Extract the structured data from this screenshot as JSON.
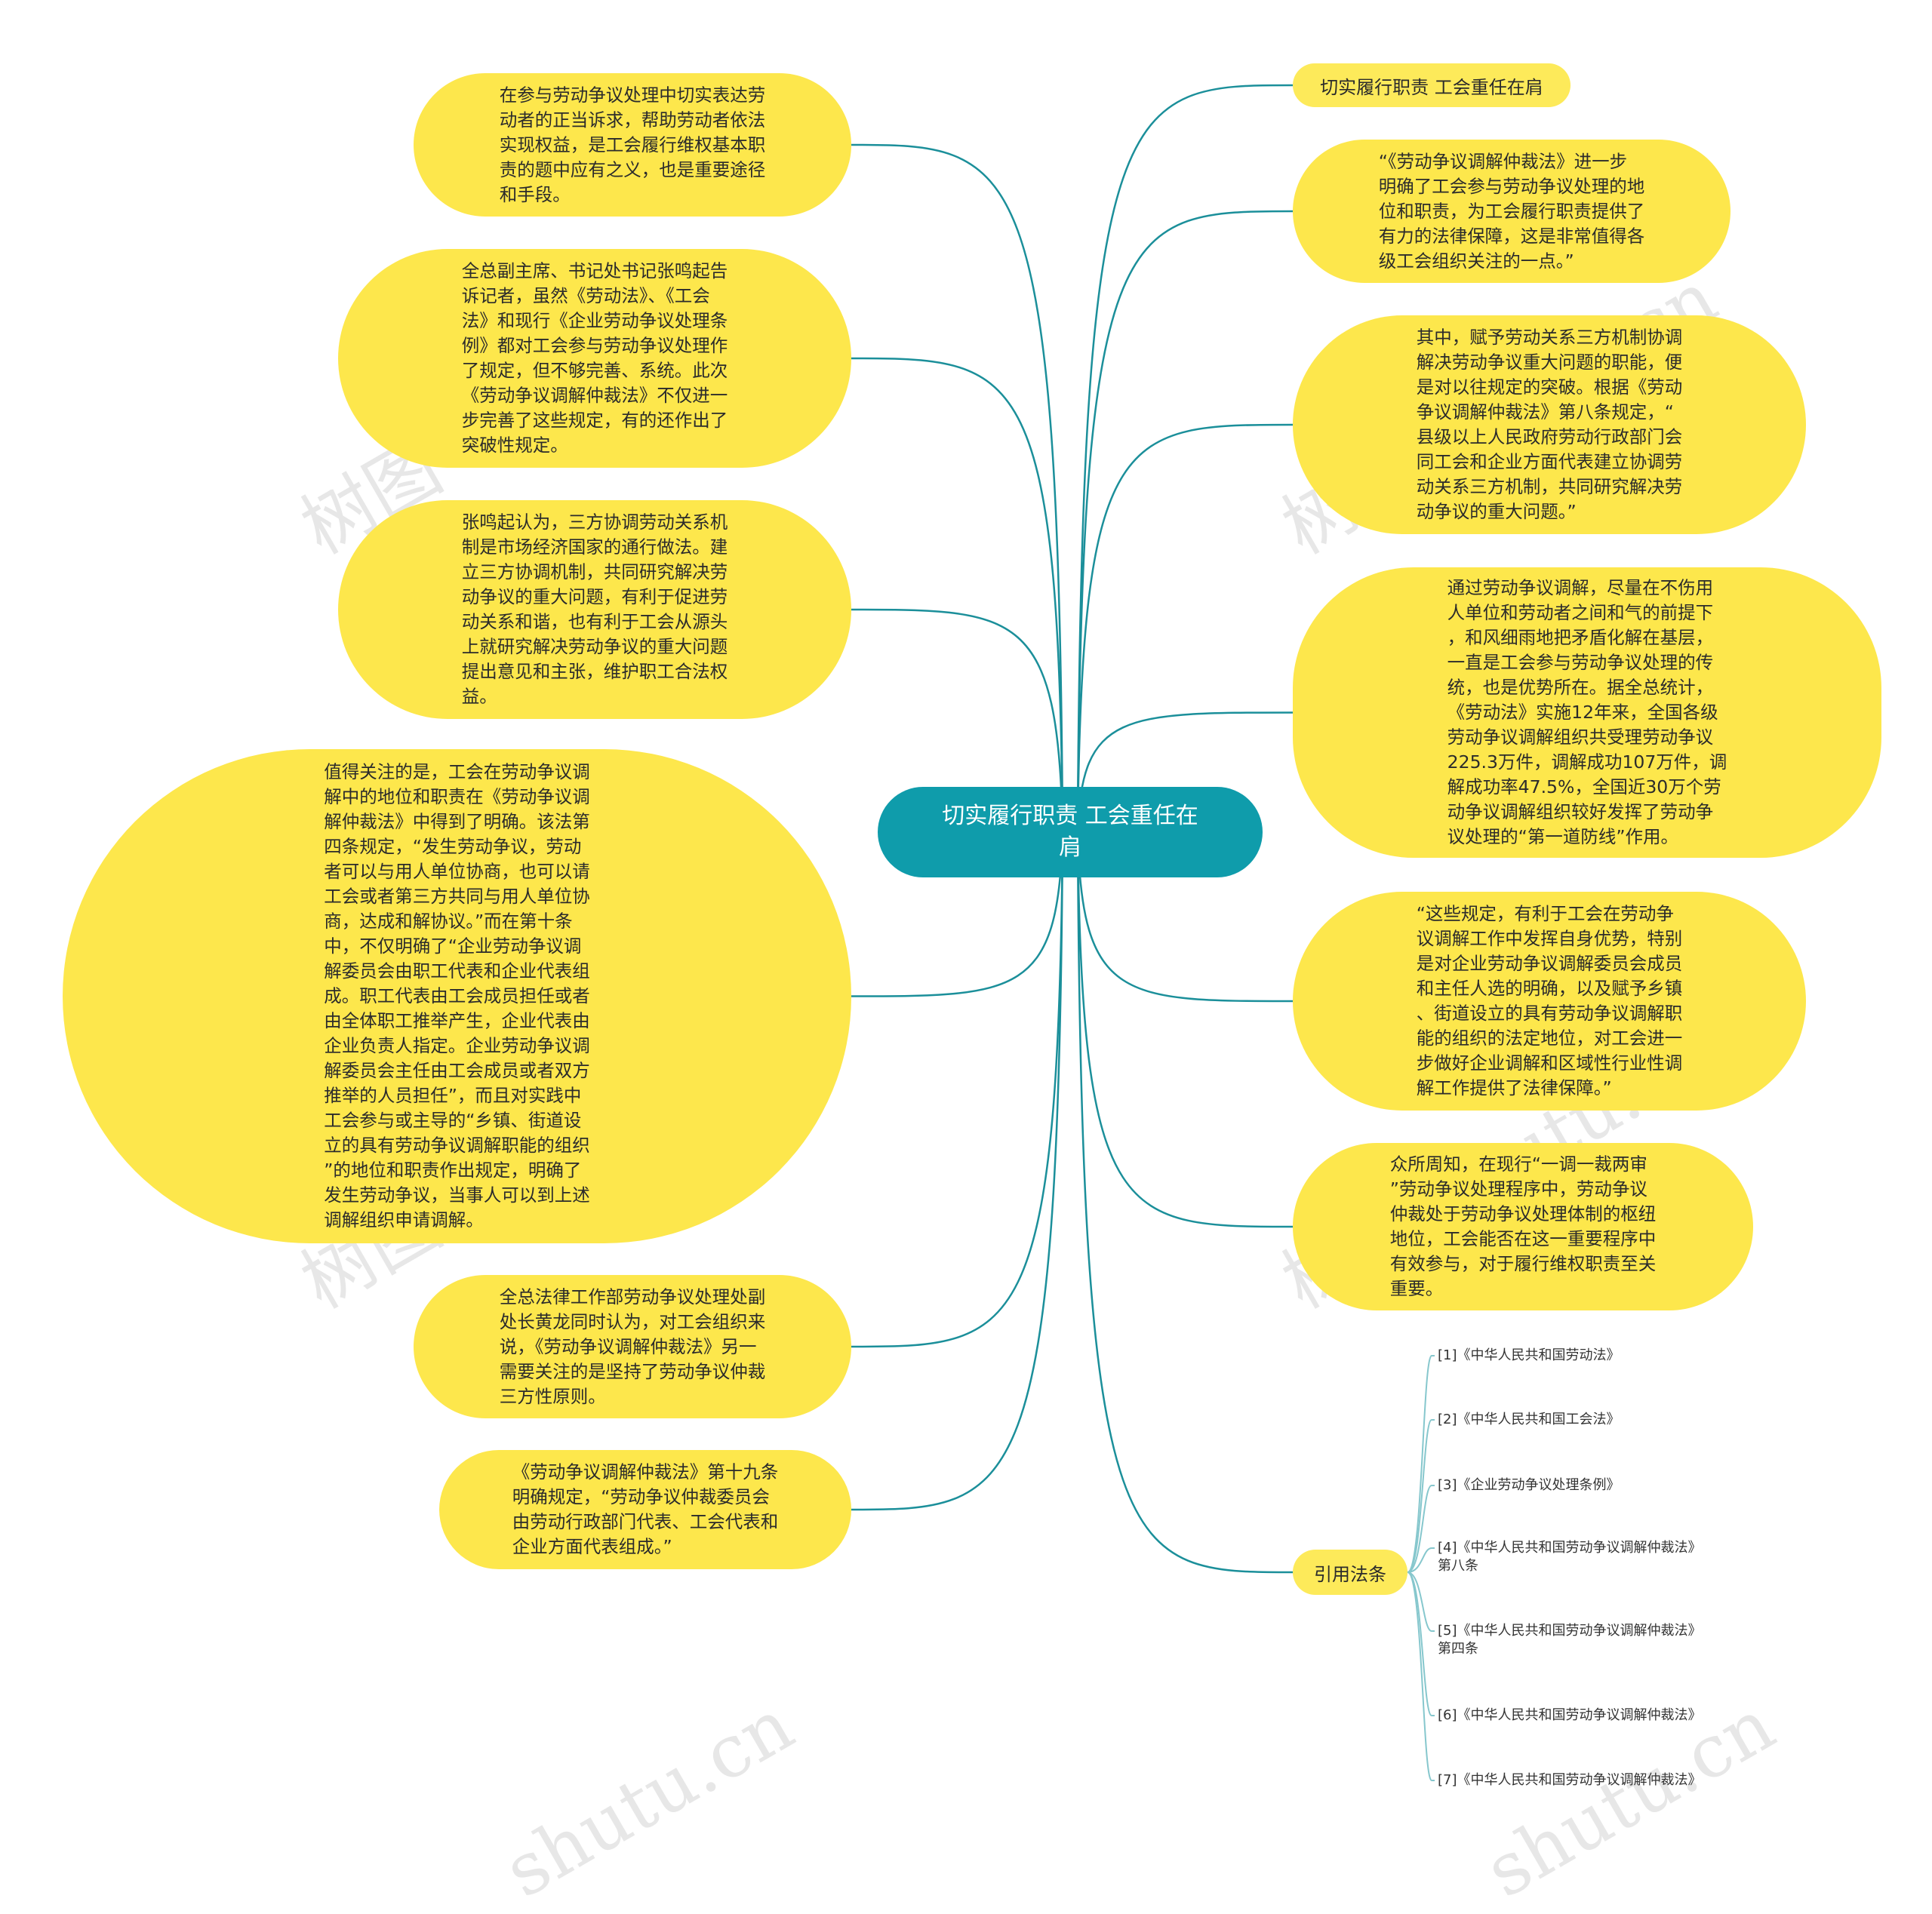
{
  "colors": {
    "root_bg": "#0f9cab",
    "node_bg": "#fde74c",
    "edge": "#1b8f9a",
    "ref_line": "#86c7cd",
    "text": "#2b2b2b"
  },
  "root": {
    "title": "切实履行职责 工会重任在\n肩"
  },
  "right_nodes": [
    "切实履行职责 工会重任在肩",
    "“《劳动争议调解仲裁法》进一步\n明确了工会参与劳动争议处理的地\n位和职责，为工会履行职责提供了\n有力的法律保障，这是非常值得各\n级工会组织关注的一点。”",
    "其中，赋予劳动关系三方机制协调\n解决劳动争议重大问题的职能，便\n是对以往规定的突破。根据《劳动\n争议调解仲裁法》第八条规定，“\n县级以上人民政府劳动行政部门会\n同工会和企业方面代表建立协调劳\n动关系三方机制，共同研究解决劳\n动争议的重大问题。”",
    "通过劳动争议调解，尽量在不伤用\n人单位和劳动者之间和气的前提下\n，和风细雨地把矛盾化解在基层，\n一直是工会参与劳动争议处理的传\n统，也是优势所在。据全总统计，\n《劳动法》实施12年来，全国各级\n劳动争议调解组织共受理劳动争议\n225.3万件，调解成功107万件，调\n解成功率47.5%，全国近30万个劳\n动争议调解组织较好发挥了劳动争\n议处理的“第一道防线”作用。",
    "“这些规定，有利于工会在劳动争\n议调解工作中发挥自身优势，特别\n是对企业劳动争议调解委员会成员\n和主任人选的明确，以及赋予乡镇\n、街道设立的具有劳动争议调解职\n能的组织的法定地位，对工会进一\n步做好企业调解和区域性行业性调\n解工作提供了法律保障。”",
    "众所周知，在现行“一调一裁两审\n”劳动争议处理程序中，劳动争议\n仲裁处于劳动争议处理体制的枢纽\n地位，工会能否在这一重要程序中\n有效参与，对于履行维权职责至关\n重要。",
    "引用法条"
  ],
  "left_nodes": [
    "在参与劳动争议处理中切实表达劳\n动者的正当诉求，帮助劳动者依法\n实现权益，是工会履行维权基本职\n责的题中应有之义，也是重要途径\n和手段。",
    "全总副主席、书记处书记张鸣起告\n诉记者，虽然《劳动法》、《工会\n法》和现行《企业劳动争议处理条\n例》都对工会参与劳动争议处理作\n了规定，但不够完善、系统。此次\n《劳动争议调解仲裁法》不仅进一\n步完善了这些规定，有的还作出了\n突破性规定。",
    "张鸣起认为，三方协调劳动关系机\n制是市场经济国家的通行做法。建\n立三方协调机制，共同研究解决劳\n动争议的重大问题，有利于促进劳\n动关系和谐，也有利于工会从源头\n上就研究解决劳动争议的重大问题\n提出意见和主张，维护职工合法权\n益。",
    "值得关注的是，工会在劳动争议调\n解中的地位和职责在《劳动争议调\n解仲裁法》中得到了明确。该法第\n四条规定，“发生劳动争议，劳动\n者可以与用人单位协商，也可以请\n工会或者第三方共同与用人单位协\n商，达成和解协议。”而在第十条\n中，不仅明确了“企业劳动争议调\n解委员会由职工代表和企业代表组\n成。职工代表由工会成员担任或者\n由全体职工推举产生，企业代表由\n企业负责人指定。企业劳动争议调\n解委员会主任由工会成员或者双方\n推举的人员担任”，而且对实践中\n工会参与或主导的“乡镇、街道设\n立的具有劳动争议调解职能的组织\n”的地位和职责作出规定，明确了\n发生劳动争议，当事人可以到上述\n调解组织申请调解。",
    "全总法律工作部劳动争议处理处副\n处长黄龙同时认为，对工会组织来\n说，《劳动争议调解仲裁法》另一\n需要关注的是坚持了劳动争议仲裁\n三方性原则。",
    "《劳动争议调解仲裁法》第十九条\n明确规定，“劳动争议仲裁委员会\n由劳动行政部门代表、工会代表和\n企业方面代表组成。”"
  ],
  "references": [
    "[1]《中华人民共和国劳动法》",
    "[2]《中华人民共和国工会法》",
    "[3]《企业劳动争议处理条例》",
    "[4]《中华人民共和国劳动争议调解仲裁法》\n第八条",
    "[5]《中华人民共和国劳动争议调解仲裁法》\n第四条",
    "[6]《中华人民共和国劳动争议调解仲裁法》",
    "[7]《中华人民共和国劳动争议调解仲裁法》"
  ],
  "watermarks": [
    "树图 shutu.cn",
    "树图 shutu.cn",
    "树图 shutu.cn",
    "树图 shutu.cn",
    "shutu.cn",
    "shutu.cn"
  ]
}
